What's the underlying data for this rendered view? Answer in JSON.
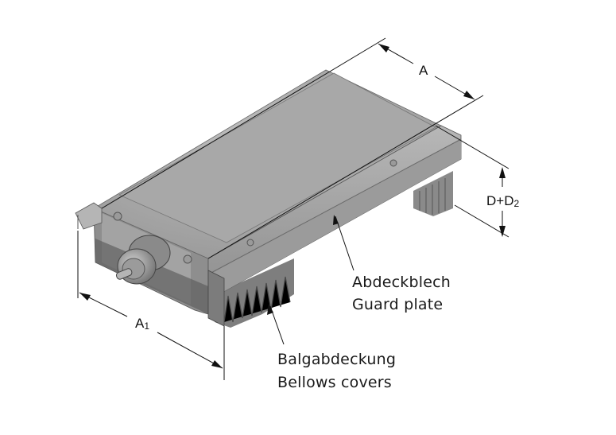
{
  "diagram": {
    "type": "technical-isometric-drawing",
    "subject": "linear table unit with guard plate and bellows covers",
    "dimensions": {
      "width_label": "A",
      "length_label_main": "A",
      "length_label_sub": "1",
      "height_label_main": "D+D",
      "height_label_sub": "2"
    },
    "callouts": {
      "guard_plate_de": "Abdeckblech",
      "guard_plate_en": "Guard plate",
      "bellows_de": "Balgabdeckung",
      "bellows_en": "Bellows covers"
    },
    "colors": {
      "body_top": "#a9a9a9",
      "body_side": "#8c8c8c",
      "body_dark": "#5e5e5e",
      "line": "#111111",
      "background": "#ffffff"
    }
  }
}
